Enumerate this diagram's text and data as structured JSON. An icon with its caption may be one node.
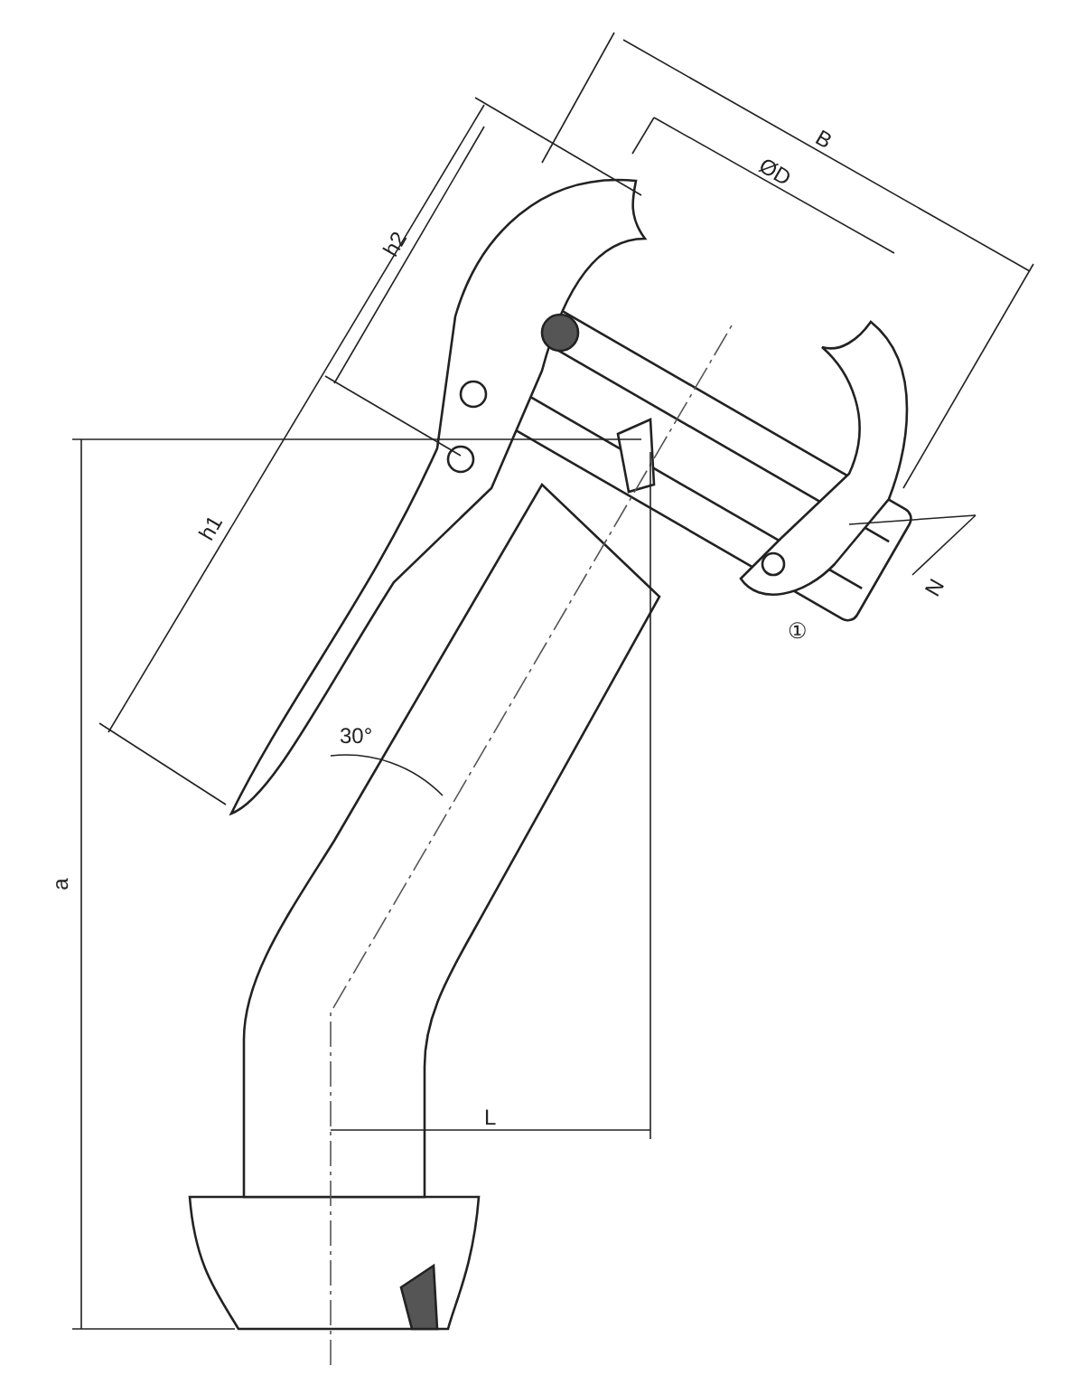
{
  "diagram": {
    "labels": [
      "B",
      "ØD",
      "h2",
      "h1",
      "N",
      "①",
      "30°",
      "a",
      "L"
    ]
  }
}
